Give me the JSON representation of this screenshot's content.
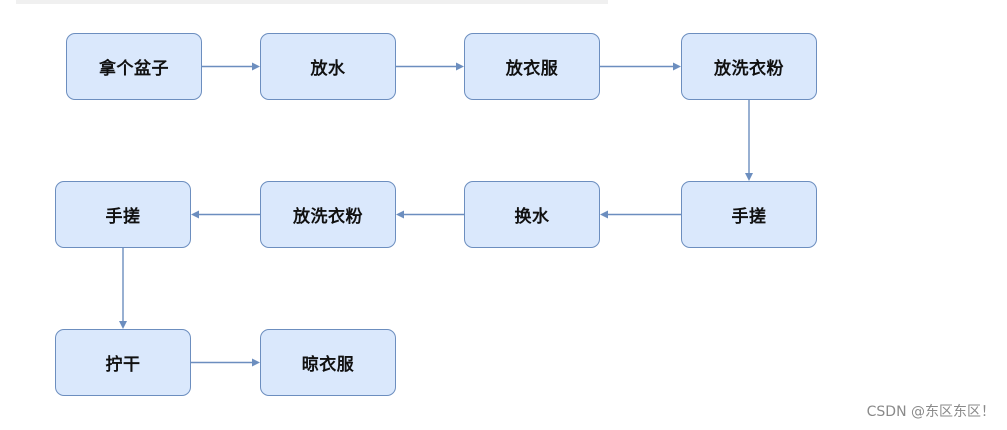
{
  "diagram": {
    "nodes": {
      "n1": "拿个盆子",
      "n2": "放水",
      "n3": "放衣服",
      "n4": "放洗衣粉",
      "n5": "手搓",
      "n6": "换水",
      "n7": "放洗衣粉",
      "n8": "手搓",
      "n9": "拧干",
      "n10": "晾衣服"
    },
    "edges": [
      [
        "n1",
        "n2"
      ],
      [
        "n2",
        "n3"
      ],
      [
        "n3",
        "n4"
      ],
      [
        "n4",
        "n5"
      ],
      [
        "n5",
        "n6"
      ],
      [
        "n6",
        "n7"
      ],
      [
        "n7",
        "n8"
      ],
      [
        "n8",
        "n9"
      ],
      [
        "n9",
        "n10"
      ]
    ],
    "colors": {
      "node_fill": "#dae8fc",
      "node_border": "#6c8ebf",
      "connector": "#6c8ebf"
    }
  },
  "watermark": "CSDN @东区东区！"
}
